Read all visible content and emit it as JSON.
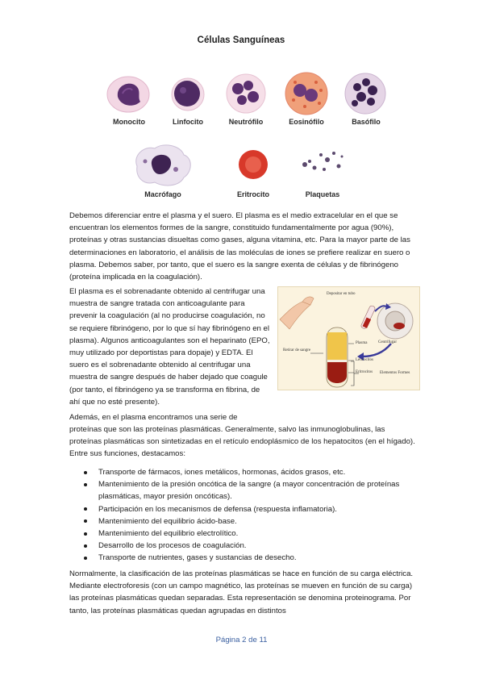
{
  "figure_top": {
    "title": "Células Sanguíneas",
    "cells": [
      {
        "name": "Monocito"
      },
      {
        "name": "Linfocito"
      },
      {
        "name": "Neutrófilo"
      },
      {
        "name": "Eosinófilo"
      },
      {
        "name": "Basófilo"
      },
      {
        "name": "Macrófago"
      },
      {
        "name": "Eritrocito"
      },
      {
        "name": "Plaquetas"
      }
    ]
  },
  "paragraphs": {
    "p1": "Debemos diferenciar entre el plasma y el suero. El plasma es el medio extracelular en el que se encuentran los elementos formes de la sangre, constituido fundamentalmente por agua (90%), proteínas y otras sustancias disueltas como gases, alguna vitamina, etc. Para la mayor parte de las determinaciones en laboratorio, el análisis de las moléculas de iones se prefiere realizar en suero o plasma. Debemos saber, por tanto, que el suero es la sangre exenta de células y de fibrinógeno (proteína implicada en la coagulación).",
    "p2": "El plasma es el sobrenadante obtenido al centrifugar una muestra de sangre tratada con anticoagulante para prevenir la coagulación (al no producirse coagulación, no se requiere fibrinógeno, por lo que sí hay fibrinógeno en el plasma). Algunos anticoagulantes son el heparinato (EPO, muy utilizado por deportistas para dopaje) y EDTA. El suero es el sobrenadante obtenido al centrifugar una muestra de sangre después de haber dejado que coagule (por tanto, el fibrinógeno ya se transforma en fibrina, de ahí que no esté presente).",
    "p3a": "Además, en el plasma encontramos una serie de",
    "p3b": "proteínas que son las proteínas plasmáticas. Generalmente, salvo las inmunoglobulinas, las proteínas plasmáticas son sintetizadas en el retículo endoplásmico de los hepatocitos (en el hígado). Entre sus funciones, destacamos:",
    "p4": "Normalmente, la clasificación de las proteínas plasmáticas se hace en función de su carga eléctrica. Mediante electroforesis (con un campo magnético, las proteínas se mueven en función de su carga) las proteínas plasmáticas quedan separadas. Esta representación se denomina proteinograma. Por tanto, las proteínas plasmáticas quedan agrupadas en distintos"
  },
  "figure_right": {
    "labels": {
      "depositar": "Depositar en tubo",
      "centrifugar": "Centrifugar",
      "retirar": "Retirar de sangre",
      "plasma": "Plasma",
      "leucocitos": "Leucocitos",
      "eritrocitos": "Eritrocitos",
      "elementos": "Elementos Formes"
    }
  },
  "bullets": [
    "Transporte de fármacos, iones metálicos, hormonas, ácidos grasos, etc.",
    "Mantenimiento de la presión oncótica de la sangre (a mayor concentración de proteínas plasmáticas, mayor presión oncóticas).",
    "Participación en los mecanismos de defensa (respuesta inflamatoria).",
    "Mantenimiento del equilibrio ácido-base.",
    "Mantenimiento del equilibrio electrolítico.",
    "Desarrollo de los procesos de coagulación.",
    "Transporte de nutrientes, gases y sustancias de desecho."
  ],
  "footer": {
    "page_label": "Página 2 de 11"
  },
  "colors": {
    "footer_text": "#3a5fa0",
    "cell_purple": "#4b2a5e",
    "erythrocyte_red": "#d8392a"
  }
}
